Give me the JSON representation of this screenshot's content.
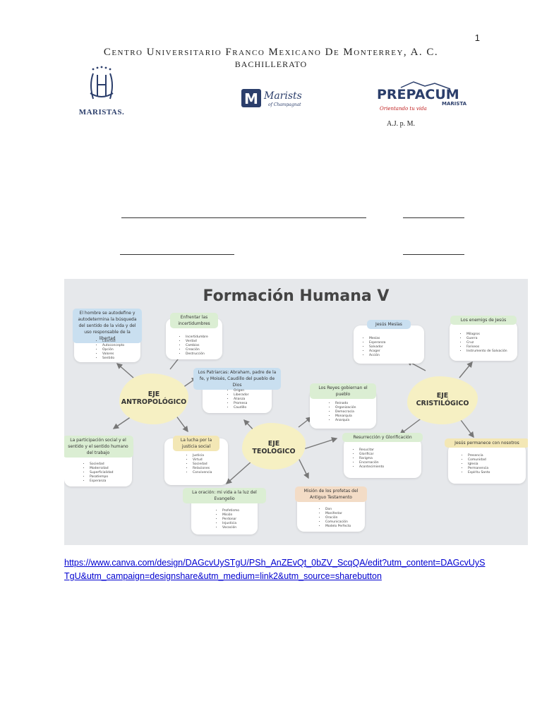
{
  "page_number": "1",
  "header": {
    "school": "Centro Universitario Franco Mexicano De Monterrey, A. C.",
    "level": "BACHILLERATO",
    "logos": {
      "maristas": "MARISTAS.",
      "marists": "Marists",
      "marists_sub": "of Champagnat",
      "prepacum": "PREPACUM",
      "prepacum_sub": "MARISTA",
      "prepacum_tag": "Orientando tu vida"
    },
    "ajpm": "A.J. p. M."
  },
  "map": {
    "title": "Formación Humana V",
    "ejes": [
      {
        "label": "EJE\nANTROPOLÓGICO"
      },
      {
        "label": "EJE\nTEOLOGICO"
      },
      {
        "label": "EJE\nCRISTILÓGICO"
      }
    ],
    "nodes": [
      {
        "title": "El hombre se autodefine y autodetermina la búsqueda del sentido de la vida y del uso responsable de la libertad",
        "items": [
          "Libertad",
          "Autoconcepto",
          "Opción",
          "Valores",
          "Sentido"
        ]
      },
      {
        "title": "Enfrentar las incertidumbres",
        "items": [
          "Incertidumbre",
          "Verdad",
          "Cambios",
          "Creación",
          "Destrucción"
        ]
      },
      {
        "title": "Los Patriarcas: Abraham, padre de la fe, y Moisés, Caudillo del pueblo de Dios",
        "items": [
          "Origen",
          "Liberador",
          "Alianza",
          "Promesa",
          "Caudillo"
        ]
      },
      {
        "title": "La participación social y el sentido y el sentido humano del trabajo",
        "items": [
          "Sociedad",
          "Modernidad",
          "Superficialidad",
          "Pasatiempo",
          "Esperanza"
        ]
      },
      {
        "title": "La lucha por la justicia social",
        "items": [
          "Justicia",
          "Virtud",
          "Sociedad",
          "Relaciones",
          "Convivencia"
        ]
      },
      {
        "title": "La oración: mi vida a la luz del Evangelio",
        "items": [
          "Profetismo",
          "Misión",
          "Perdonar",
          "Injusticia",
          "Vocación"
        ]
      },
      {
        "title": "Misión de los profetas del Antiguo Testamento",
        "items": [
          "Don",
          "Manifestar",
          "Oración",
          "Comunicación",
          "Modelo Perfecto"
        ]
      },
      {
        "title": "Los Reyes gobiernan el pueblo",
        "items": [
          "Reinado",
          "Organización",
          "Democracia",
          "Monarquía",
          "Anarquía"
        ]
      },
      {
        "title": "Jesús Mesías",
        "items": [
          "Mesías",
          "Esperanza",
          "Salvador",
          "Acoger",
          "Acción"
        ]
      },
      {
        "title": "Los enemigs de Jesús",
        "items": [
          "Milagros",
          "Guerra",
          "Cruz",
          "Fariseos",
          "Instrumento de Salvación"
        ]
      },
      {
        "title": "Resurrección y Glorificación",
        "items": [
          "Resucitar",
          "Glorificar",
          "Rarigma",
          "Encarnación",
          "Acontecimiento"
        ]
      },
      {
        "title": "Jesús permanece con nosotros",
        "items": [
          "Presencia",
          "Comunidad",
          "Iglesia",
          "Permanencia",
          "Espíritu Santo"
        ]
      }
    ]
  },
  "link": "https://www.canva.com/design/DAGcvUySTgU/PSh_AnZEvQt_0bZV_ScqQA/edit?utm_content=DAGcvUySTgU&utm_campaign=designshare&utm_medium=link2&utm_source=sharebutton",
  "colors": {
    "link": "#0000d0",
    "navy": "#2b3e6b",
    "map_bg": "#e6e8eb",
    "blob": "#f6f0c3"
  }
}
